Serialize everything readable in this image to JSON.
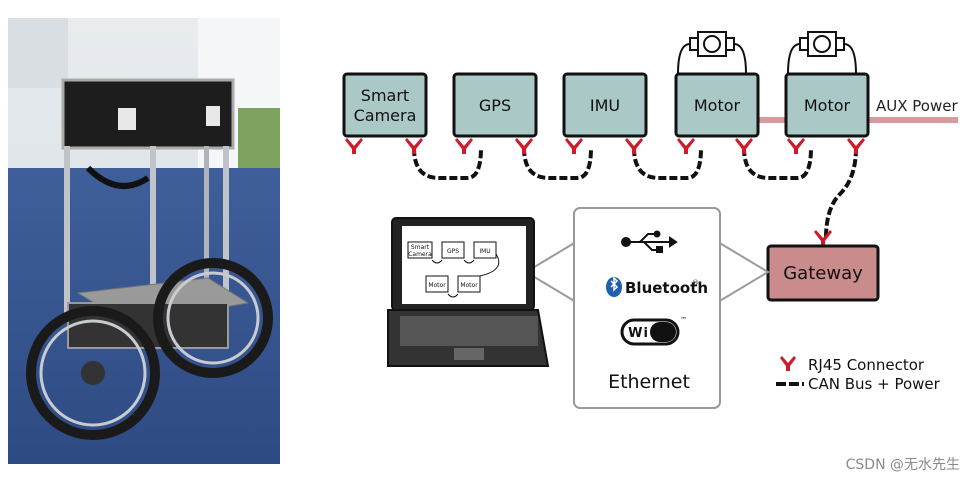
{
  "diagram": {
    "nodes": {
      "smart_camera": [
        "Smart",
        "Camera"
      ],
      "gps": "GPS",
      "imu": "IMU",
      "motor_1": "Motor",
      "motor_2": "Motor",
      "gateway": "Gateway"
    },
    "aux_power": "AUX Power",
    "interfaces": {
      "bluetooth": "Bluetooth",
      "bluetooth_tm": "®",
      "wifi": "Wi Fi",
      "wifi_tm": "™",
      "ethernet": "Ethernet"
    },
    "laptop_screen": {
      "smart_camera": [
        "Smart",
        "Camera"
      ],
      "gps": "GPS",
      "imu": "IMU",
      "motor_1": "Motor",
      "motor_2": "Motor"
    },
    "legend": {
      "rj45": "RJ45 Connector",
      "can_bus": "CAN Bus + Power"
    },
    "colors": {
      "node_fill": "#a9c8c6",
      "gateway_fill": "#c98b8b",
      "connector": "#d01a2a",
      "aux_power_line": "#d79b9f"
    }
  },
  "watermark": "CSDN @无水先生"
}
